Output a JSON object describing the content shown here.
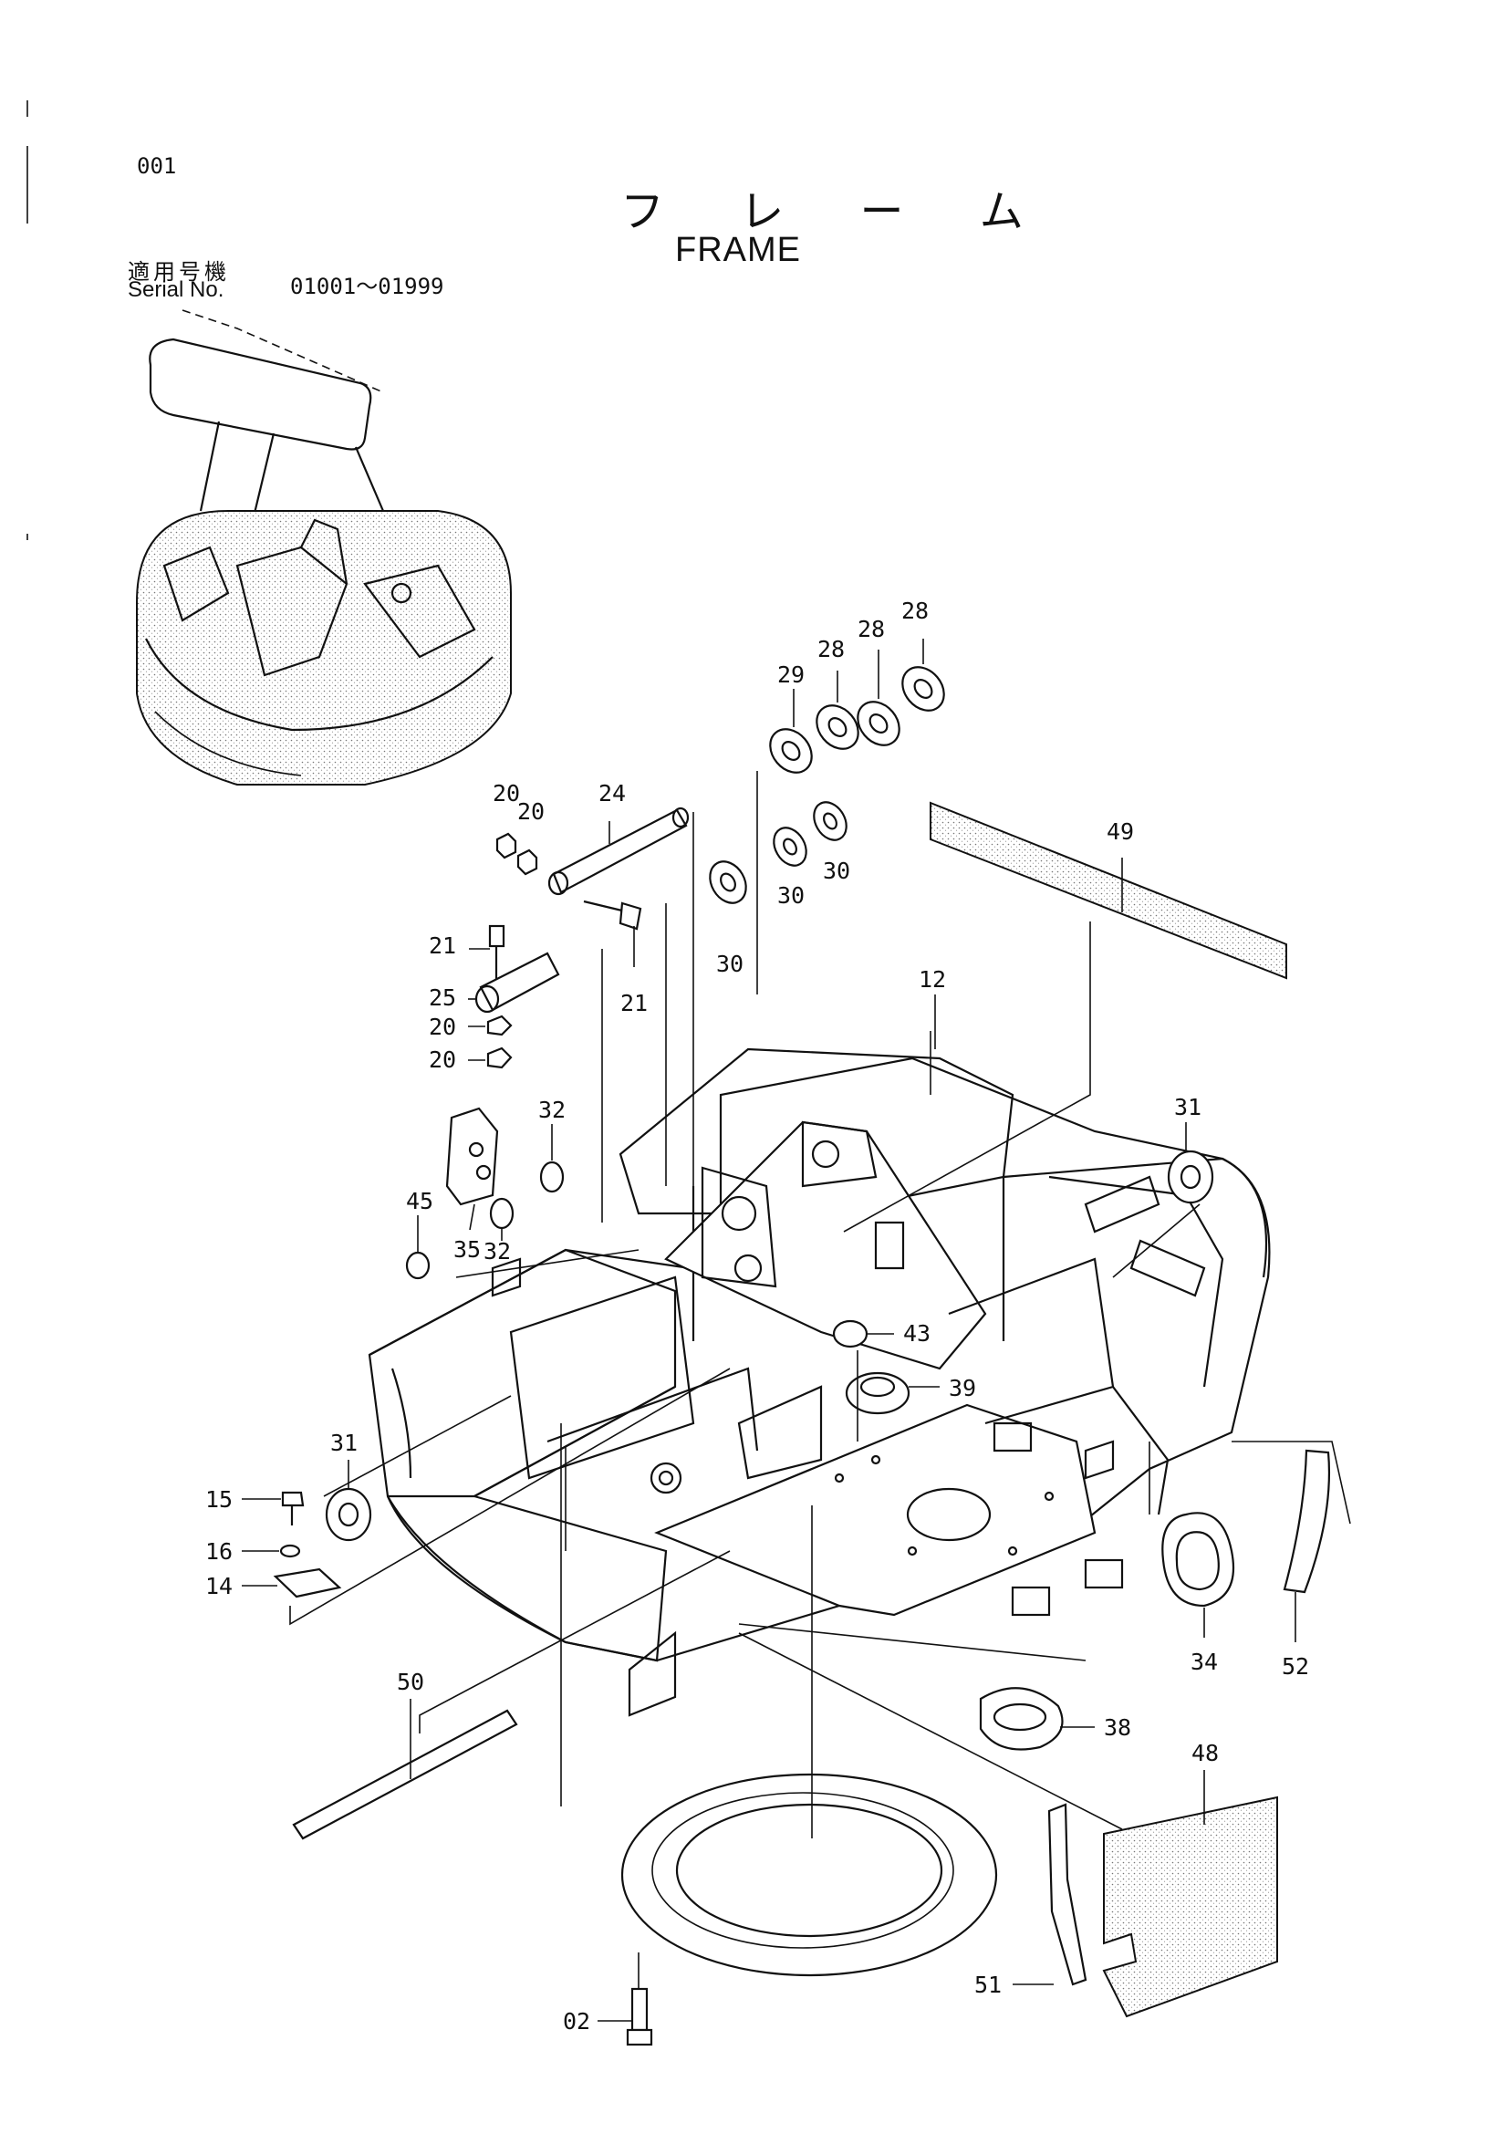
{
  "page": {
    "number": "001"
  },
  "title": {
    "japanese": "フ レ ー ム",
    "english": "FRAME"
  },
  "serial": {
    "label_jp": "適用号機",
    "label_en": "Serial No.",
    "range": "01001～01999"
  },
  "parts": {
    "p02": "02",
    "p12": "12",
    "p14": "14",
    "p15": "15",
    "p16": "16",
    "p20a": "20",
    "p20b": "20",
    "p20c": "20",
    "p20d": "20",
    "p21a": "21",
    "p21b": "21",
    "p24": "24",
    "p25": "25",
    "p28a": "28",
    "p28b": "28",
    "p28c": "28",
    "p29": "29",
    "p30a": "30",
    "p30b": "30",
    "p30c": "30",
    "p31a": "31",
    "p31b": "31",
    "p32a": "32",
    "p32b": "32",
    "p34": "34",
    "p35": "35",
    "p38": "38",
    "p39": "39",
    "p43": "43",
    "p45": "45",
    "p48": "48",
    "p49": "49",
    "p50": "50",
    "p51": "51",
    "p52": "52"
  }
}
